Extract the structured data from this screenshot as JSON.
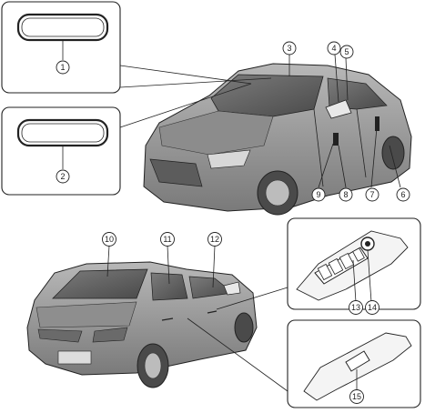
{
  "callouts": {
    "c1": "1",
    "c2": "2",
    "c3": "3",
    "c4": "4",
    "c5": "5",
    "c6": "6",
    "c7": "7",
    "c8": "8",
    "c9": "9",
    "c10": "10",
    "c11": "11",
    "c12": "12",
    "c13": "13",
    "c14": "14",
    "c15": "15"
  },
  "colors": {
    "car_body": "#9a9a9a",
    "car_dark": "#6e6e6e",
    "glass": "#5a5a5a",
    "outline": "#222222"
  }
}
